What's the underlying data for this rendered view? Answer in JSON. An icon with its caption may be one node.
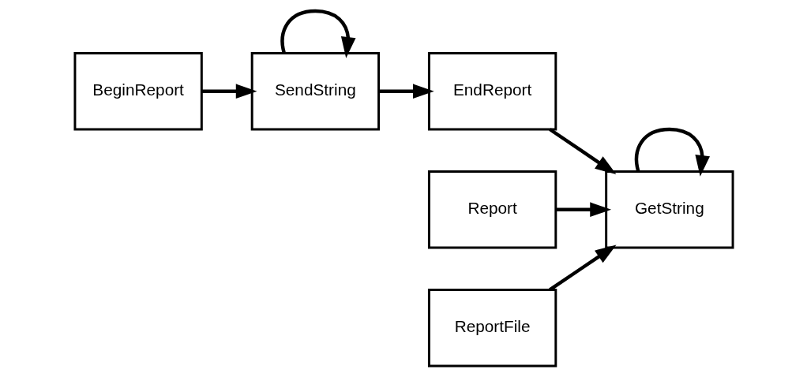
{
  "diagram": {
    "nodes": [
      {
        "text": [
          "BeginReport"
        ]
      },
      {
        "text": [
          "SendString"
        ]
      },
      {
        "text": [
          "EndReport"
        ]
      },
      {
        "text": [
          "GetString"
        ]
      },
      {
        "text": [
          "Report"
        ]
      },
      {
        "text": [
          "ReportFile"
        ]
      }
    ],
    "edges": [
      {
        "from": 0,
        "to": 1,
        "arrow": "to"
      },
      {
        "from": 1,
        "to": 1,
        "arrow": "to"
      },
      {
        "from": 1,
        "to": 2,
        "arrow": "to"
      },
      {
        "from": 2,
        "to": 3,
        "arrow": "to"
      },
      {
        "from": 4,
        "to": 3,
        "arrow": "to"
      },
      {
        "from": 5,
        "to": 3,
        "arrow": "to"
      },
      {
        "from": 3,
        "to": 3,
        "arrow": "to"
      }
    ]
  }
}
